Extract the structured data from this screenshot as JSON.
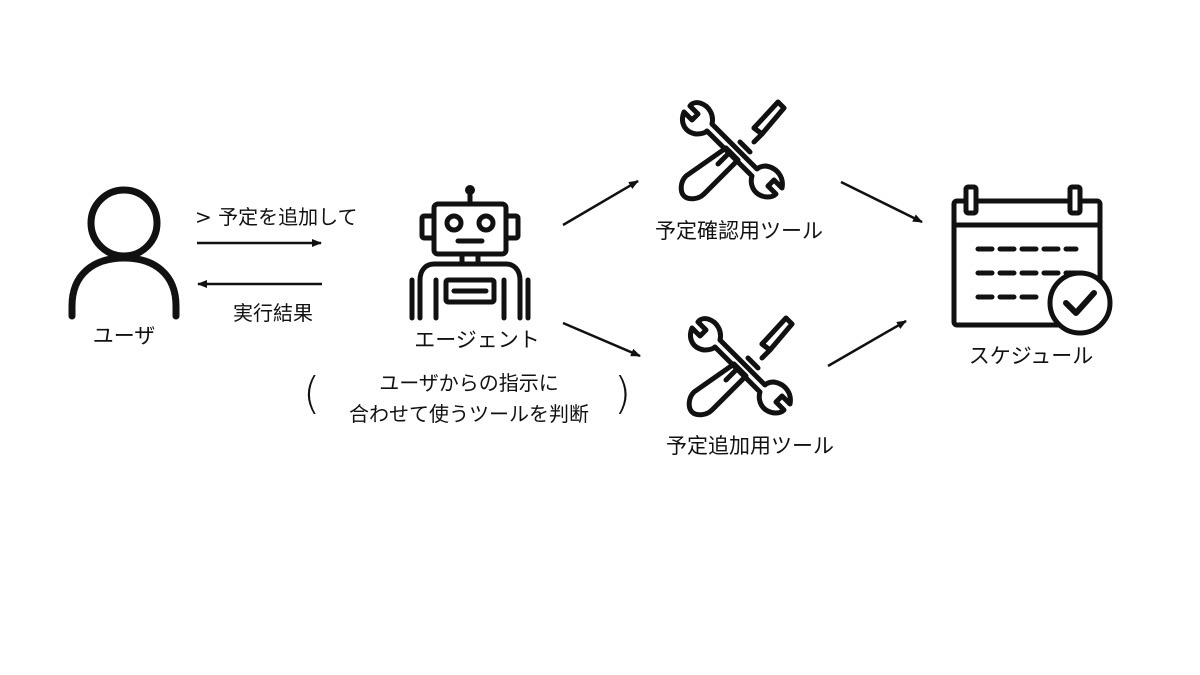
{
  "nodes": {
    "user": {
      "label": "ユーザ",
      "icon": "user-icon"
    },
    "agent": {
      "label": "エージェント",
      "icon": "robot-icon"
    },
    "tool_check": {
      "label": "予定確認用ツール",
      "icon": "tools-icon"
    },
    "tool_add": {
      "label": "予定追加用ツール",
      "icon": "tools-icon"
    },
    "schedule": {
      "label": "スケジュール",
      "icon": "calendar-check-icon"
    }
  },
  "edges": {
    "request": {
      "label": "> 予定を追加して"
    },
    "result": {
      "label": "実行結果"
    }
  },
  "agent_note": {
    "open_paren": "(",
    "line1": "ユーザからの指示に",
    "line2": "合わせて使うツールを判断",
    "close_paren": ")"
  },
  "colors": {
    "stroke": "#111111",
    "background": "#ffffff"
  }
}
